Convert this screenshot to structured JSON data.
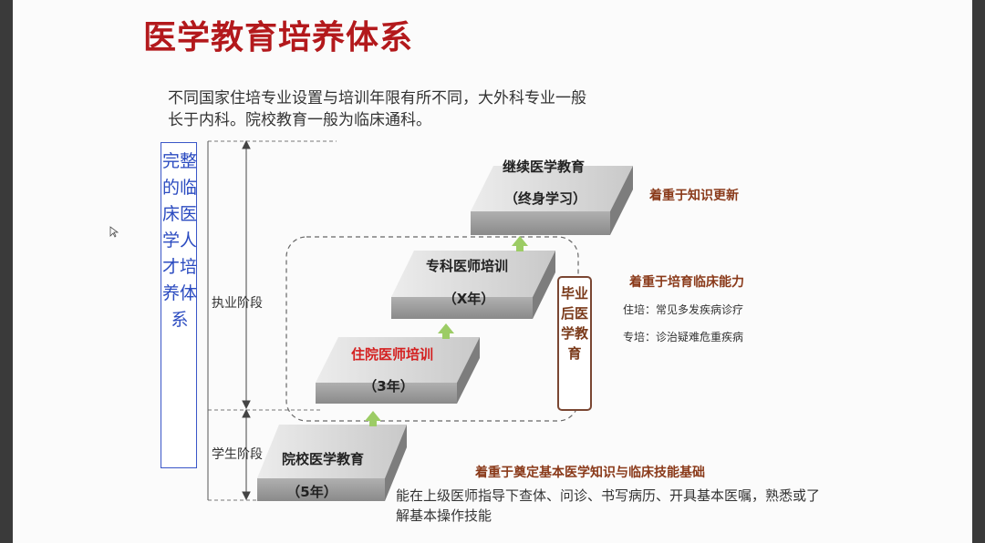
{
  "title": "医学教育培养体系",
  "intro": "不同国家住培专业设置与培训年限有所不同，大外科专业一般长于内科。院校教育一般为临床通科。",
  "vertical_label": "完整的临床医学人才培养体系",
  "phases": {
    "practice": "执业阶段",
    "student": "学生阶段"
  },
  "stages": [
    {
      "name": "院校医学教育",
      "duration": "（5年）"
    },
    {
      "name": "住院医师培训",
      "duration": "（3年）"
    },
    {
      "name": "专科医师培训",
      "duration": "（X年）"
    },
    {
      "name": "继续医学教育",
      "duration": "（终身学习）"
    }
  ],
  "postgrad_label": "毕业后医学教育",
  "notes": {
    "knowledge_update": "着重于知识更新",
    "clinical_ability": "着重于培育临床能力",
    "resident": "住培：常见多发疾病诊疗",
    "specialist": "专培：诊治疑难危重疾病",
    "foundation": "着重于奠定基本医学知识与临床技能基础",
    "foundation_desc": "能在上级医师指导下查体、问诊、书写病历、开具基本医嘱，熟悉或了解基本操作技能"
  },
  "colors": {
    "title": "#b3191c",
    "accent_red": "#d42020",
    "blue": "#2b4bc0",
    "arrow_green": "#9ccc65",
    "note_brown": "#8a3a1a"
  }
}
